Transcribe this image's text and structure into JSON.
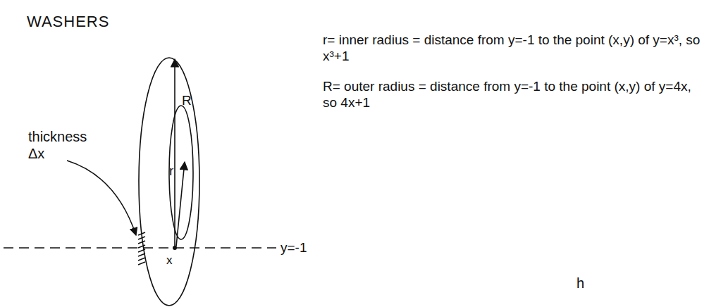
{
  "diagram": {
    "title": "WASHERS",
    "labels": [
      "thickness Δx",
      "R",
      "r",
      "x",
      "y=-1",
      "r= inner radius = distance from y=-1 to the point (x,y) of y=x³, so x³+1",
      "R= outer radius = distance from y=-1 to the point (x,y) of y=4x, so 4x+1",
      "h"
    ]
  }
}
